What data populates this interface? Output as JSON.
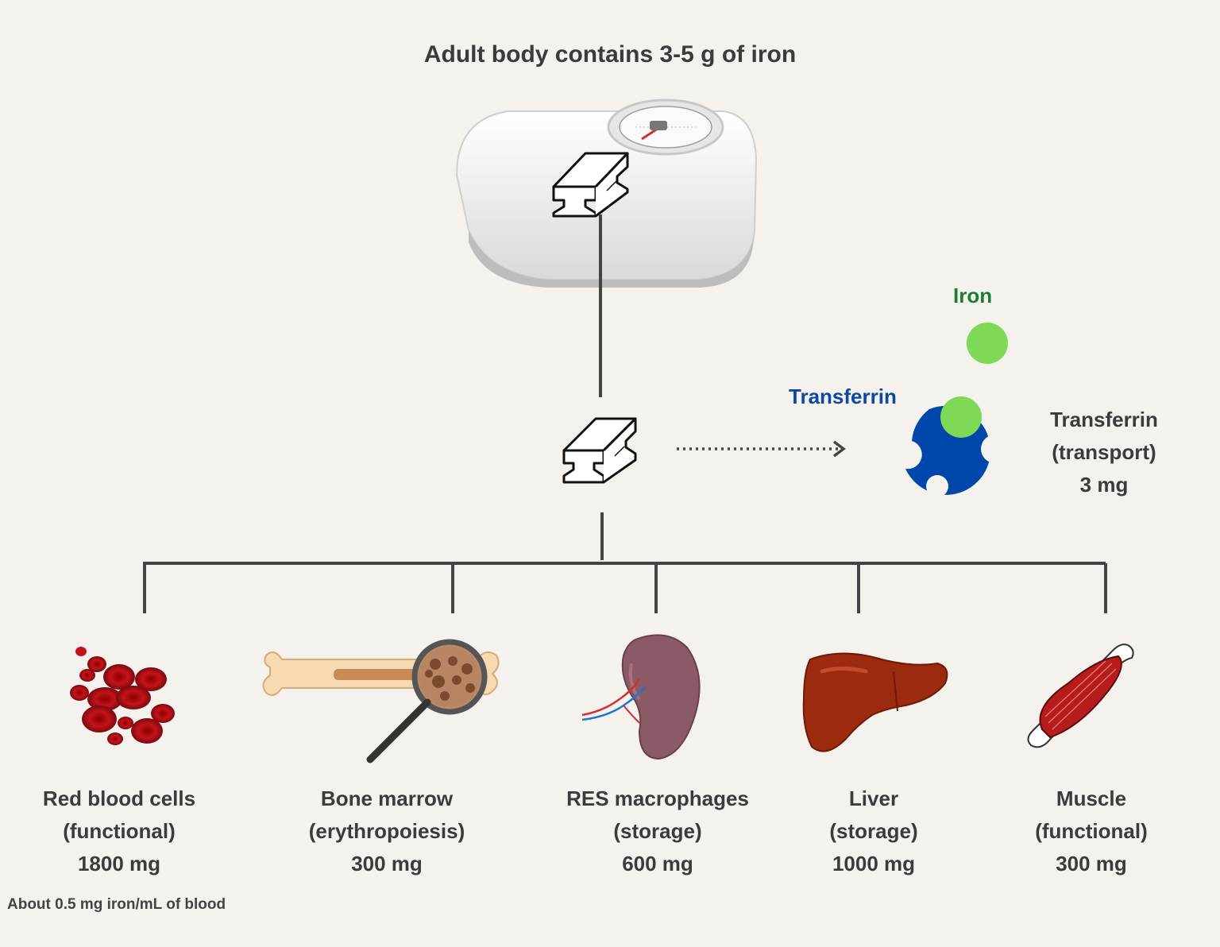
{
  "title": "Adult body contains 3-5 g of iron",
  "iron_label": "Iron",
  "transferrin_label": "Transferrin",
  "transport": {
    "name": "Transferrin",
    "role": "(transport)",
    "amount": "3 mg"
  },
  "compartments": [
    {
      "name": "Red blood cells",
      "role": "(functional)",
      "amount": "1800 mg"
    },
    {
      "name": "Bone marrow",
      "role": "(erythropoiesis)",
      "amount": "300 mg"
    },
    {
      "name": "RES macrophages",
      "role": "(storage)",
      "amount": "600 mg"
    },
    {
      "name": "Liver",
      "role": "(storage)",
      "amount": "1000 mg"
    },
    {
      "name": "Muscle",
      "role": "(functional)",
      "amount": "300 mg"
    }
  ],
  "footnote": "About 0.5 mg iron/mL of blood",
  "colors": {
    "iron": "#7ed957",
    "iron_text": "#1e7d32",
    "transferrin": "#0047ab",
    "transferrin_text": "#0d47a1",
    "line": "#444444"
  }
}
